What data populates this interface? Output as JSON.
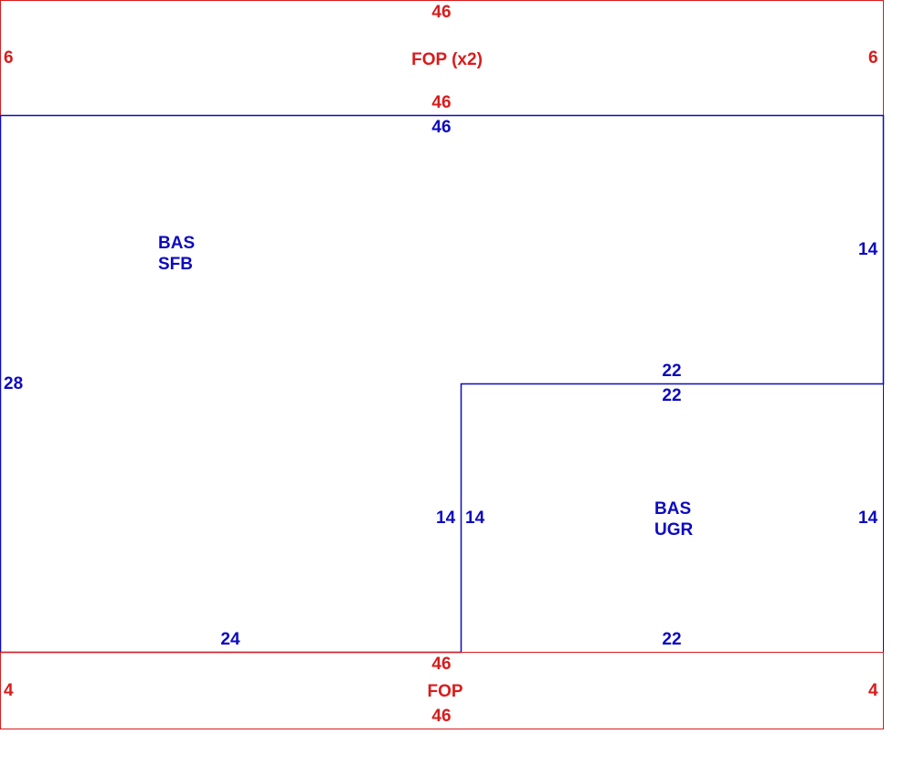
{
  "colors": {
    "fop": "#d91c1c",
    "bas": "#0d0ac0"
  },
  "fop_top": {
    "label": "FOP (x2)",
    "top": "46",
    "bottom": "46",
    "left": "6",
    "right": "6"
  },
  "bas_sfb": {
    "label_line1": "BAS",
    "label_line2": "SFB",
    "top": "46",
    "left": "28",
    "right": "14",
    "notch_top": "22",
    "notch_side": "14",
    "bottom": "24"
  },
  "bas_ugr": {
    "label_line1": "BAS",
    "label_line2": "UGR",
    "top": "22",
    "left": "14",
    "right": "14",
    "bottom": "22"
  },
  "fop_bottom": {
    "label": "FOP",
    "top": "46",
    "bottom": "46",
    "left": "4",
    "right": "4"
  }
}
